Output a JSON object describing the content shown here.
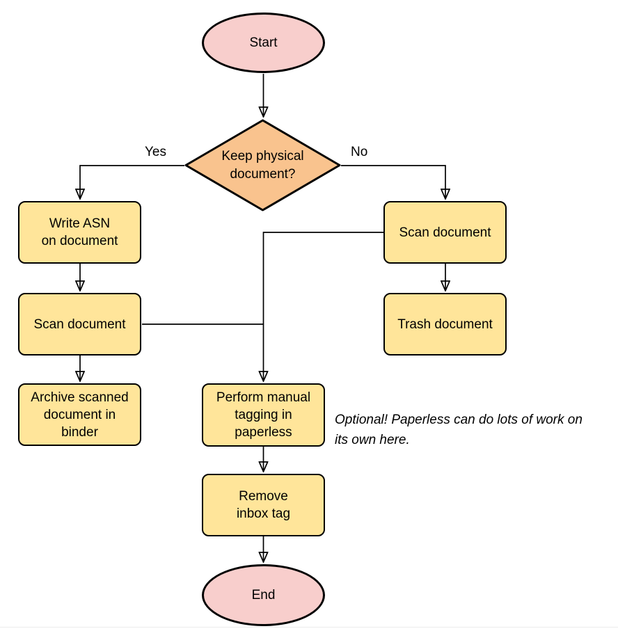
{
  "colors": {
    "terminal_fill": "#f8cecc",
    "decision_fill": "#f9c38e",
    "process_fill": "#ffe59a",
    "stroke": "#000000",
    "page_bg": "#ffffff",
    "bottom_rule": "#ececec"
  },
  "nodes": {
    "start": {
      "label": "Start"
    },
    "decision": {
      "label": "Keep physical\ndocument?"
    },
    "write_asn": {
      "label": "Write ASN\non document"
    },
    "scan_left": {
      "label": "Scan document"
    },
    "archive": {
      "label": "Archive scanned\ndocument in\nbinder"
    },
    "scan_right": {
      "label": "Scan document"
    },
    "trash": {
      "label": "Trash document"
    },
    "tagging": {
      "label": "Perform manual\ntagging in\npaperless"
    },
    "remove_inbox": {
      "label": "Remove\ninbox tag"
    },
    "end": {
      "label": "End"
    }
  },
  "edge_labels": {
    "yes": "Yes",
    "no": "No"
  },
  "annotation": {
    "text": "Optional! Paperless can do lots of work on\nits own here."
  }
}
